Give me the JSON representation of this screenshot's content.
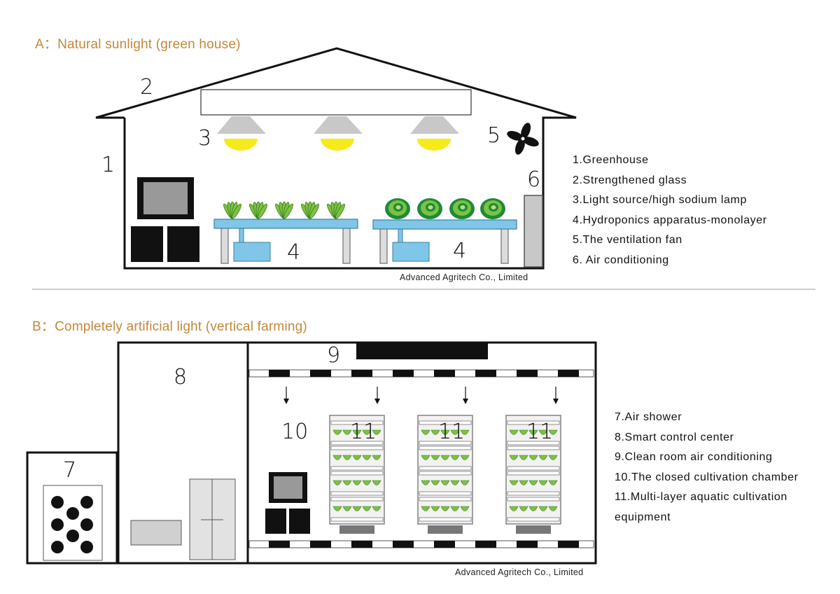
{
  "section_a": {
    "heading": "A：Natural sunlight (green house)",
    "labels": {
      "n1": "1",
      "n2": "2",
      "n3": "3",
      "n4a": "4",
      "n4b": "4",
      "n5": "5",
      "n6": "6"
    },
    "legend": [
      "1.Greenhouse",
      "2.Strengthened glass",
      "3.Light source/high sodium lamp",
      "4.Hydroponics apparatus-monolayer",
      "5.The ventilation fan",
      "6. Air conditioning"
    ],
    "credit": "Advanced Agritech Co., Limited"
  },
  "section_b": {
    "heading": "B：Completely artificial light (vertical farming)",
    "labels": {
      "n7": "7",
      "n8": "8",
      "n9": "9",
      "n10": "10",
      "n11a": "11",
      "n11b": "11",
      "n11c": "11"
    },
    "legend": [
      "7.Air shower",
      "8.Smart control center",
      "9.Clean room air conditioning",
      "10.The closed cultivation chamber",
      "11.Multi-layer aquatic cultivation",
      "equipment"
    ],
    "credit": "Advanced Agritech Co., Limited"
  },
  "colors": {
    "heading": "#c2883a",
    "lamp_glow": "#f6ea1a",
    "lamp_shade": "#c8c8c8",
    "tray": "#7fc6e8",
    "plant": "#7cc242",
    "cabbage_dark": "#1f8a3a",
    "cabinet": "#d4d4d4"
  }
}
